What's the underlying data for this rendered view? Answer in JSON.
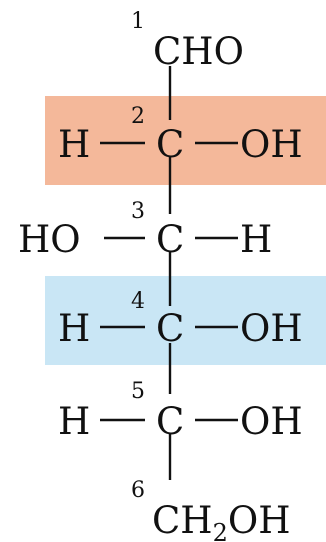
{
  "colors": {
    "highlight_orange": "#f4b89a",
    "highlight_blue": "#c9e6f5",
    "ink": "#111111"
  },
  "numbers": [
    "1",
    "2",
    "3",
    "4",
    "5",
    "6"
  ],
  "top_group": "CHO",
  "rows": [
    {
      "left": "H",
      "center": "C",
      "right": "OH"
    },
    {
      "left": "HO",
      "center": "C",
      "right": "H"
    },
    {
      "left": "H",
      "center": "C",
      "right": "OH"
    },
    {
      "left": "H",
      "center": "C",
      "right": "OH"
    }
  ],
  "bottom_group": {
    "prefix": "CH",
    "subscript": "2",
    "suffix": "OH"
  }
}
